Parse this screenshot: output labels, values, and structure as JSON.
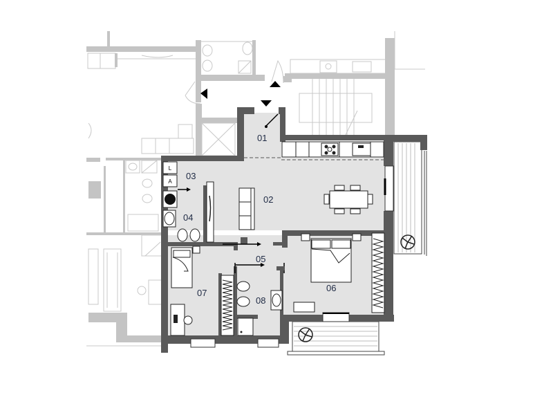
{
  "plan": {
    "title": "Apartment floor plan",
    "label_color": "#1f2a44",
    "wall_color": "#5a5a5a",
    "floor_color": "#e3e3e3",
    "context_color": "#c4c4c4",
    "rooms": [
      {
        "id": "01",
        "label": "01",
        "name": "entrance"
      },
      {
        "id": "02",
        "label": "02",
        "name": "living-kitchen"
      },
      {
        "id": "03",
        "label": "03",
        "name": "laundry-closet"
      },
      {
        "id": "04",
        "label": "04",
        "name": "bathroom"
      },
      {
        "id": "05",
        "label": "05",
        "name": "hallway"
      },
      {
        "id": "06",
        "label": "06",
        "name": "master-bedroom"
      },
      {
        "id": "07",
        "label": "07",
        "name": "single-bedroom"
      },
      {
        "id": "08",
        "label": "08",
        "name": "second-bathroom"
      }
    ],
    "appliance_tags": {
      "laundry": "L",
      "water_heater": "A"
    },
    "entrance_markers": [
      "arrow-left",
      "arrow-up",
      "arrow-down"
    ]
  }
}
